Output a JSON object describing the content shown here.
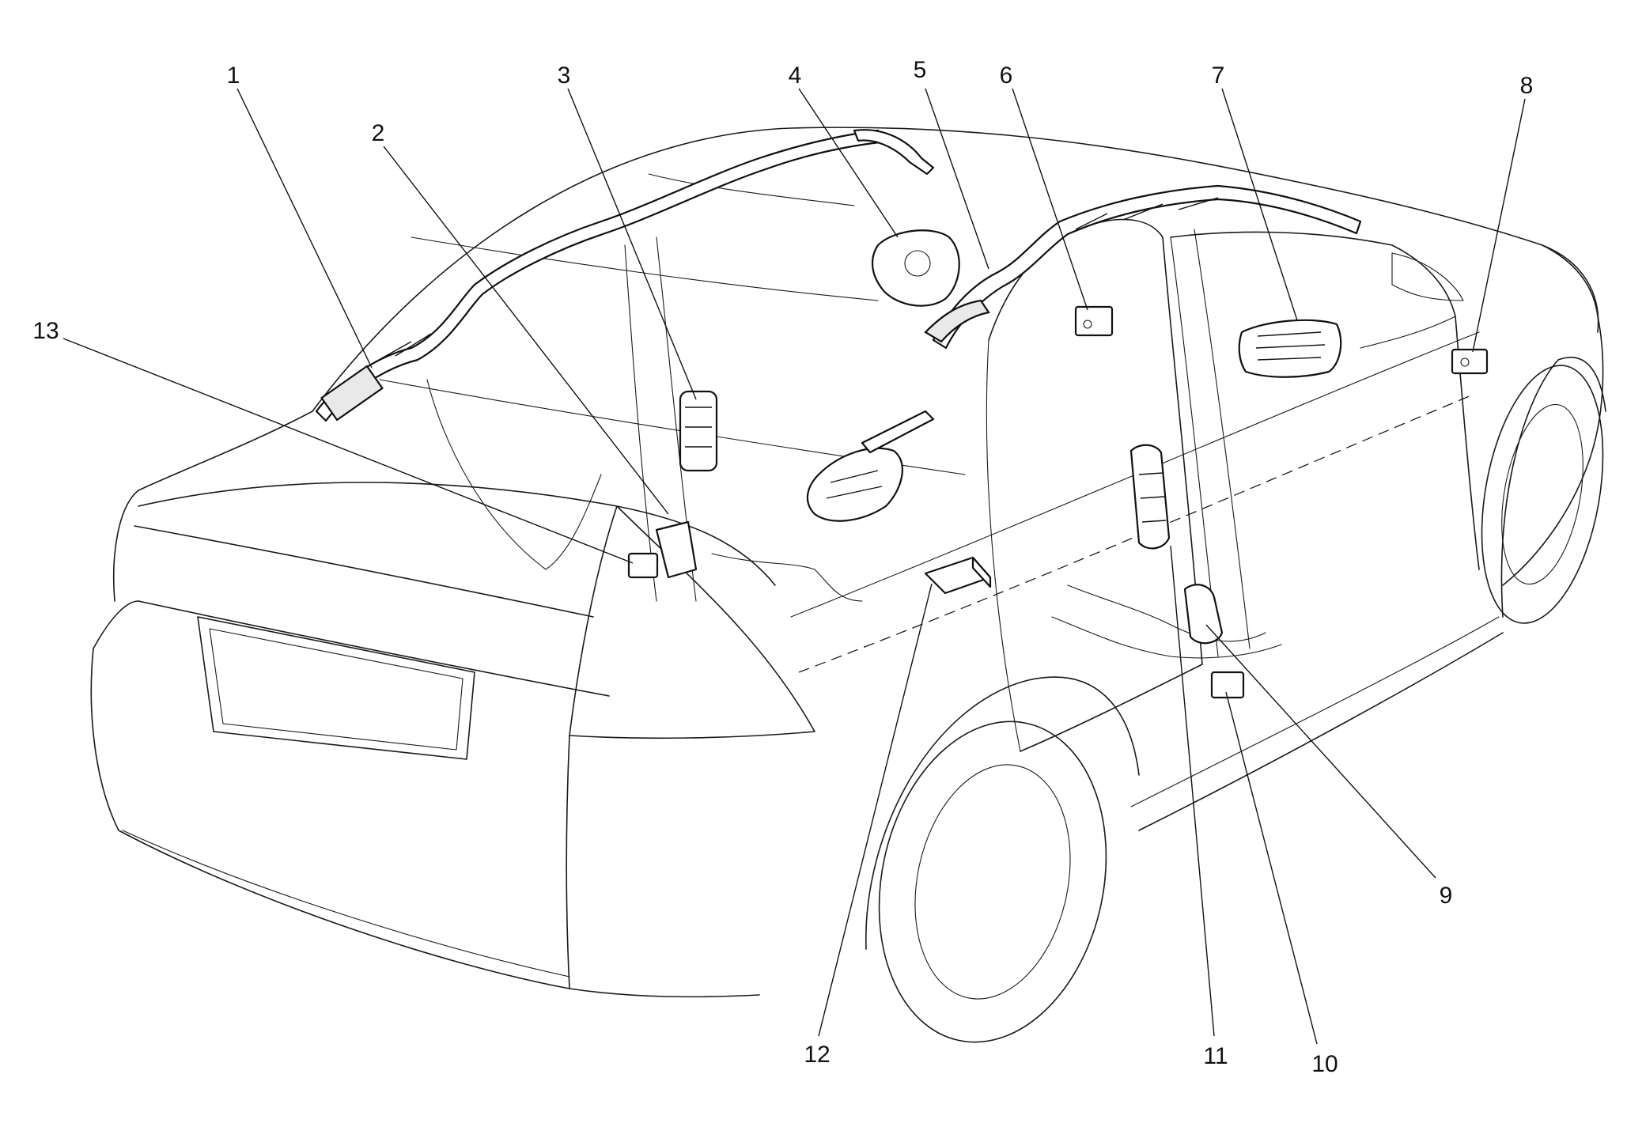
{
  "diagram": {
    "callouts": [
      {
        "id": 1,
        "label": "1"
      },
      {
        "id": 2,
        "label": "2"
      },
      {
        "id": 3,
        "label": "3"
      },
      {
        "id": 4,
        "label": "4"
      },
      {
        "id": 5,
        "label": "5"
      },
      {
        "id": 6,
        "label": "6"
      },
      {
        "id": 7,
        "label": "7"
      },
      {
        "id": 8,
        "label": "8"
      },
      {
        "id": 9,
        "label": "9"
      },
      {
        "id": 10,
        "label": "10"
      },
      {
        "id": 11,
        "label": "11"
      },
      {
        "id": 12,
        "label": "12"
      },
      {
        "id": 13,
        "label": "13"
      }
    ]
  }
}
